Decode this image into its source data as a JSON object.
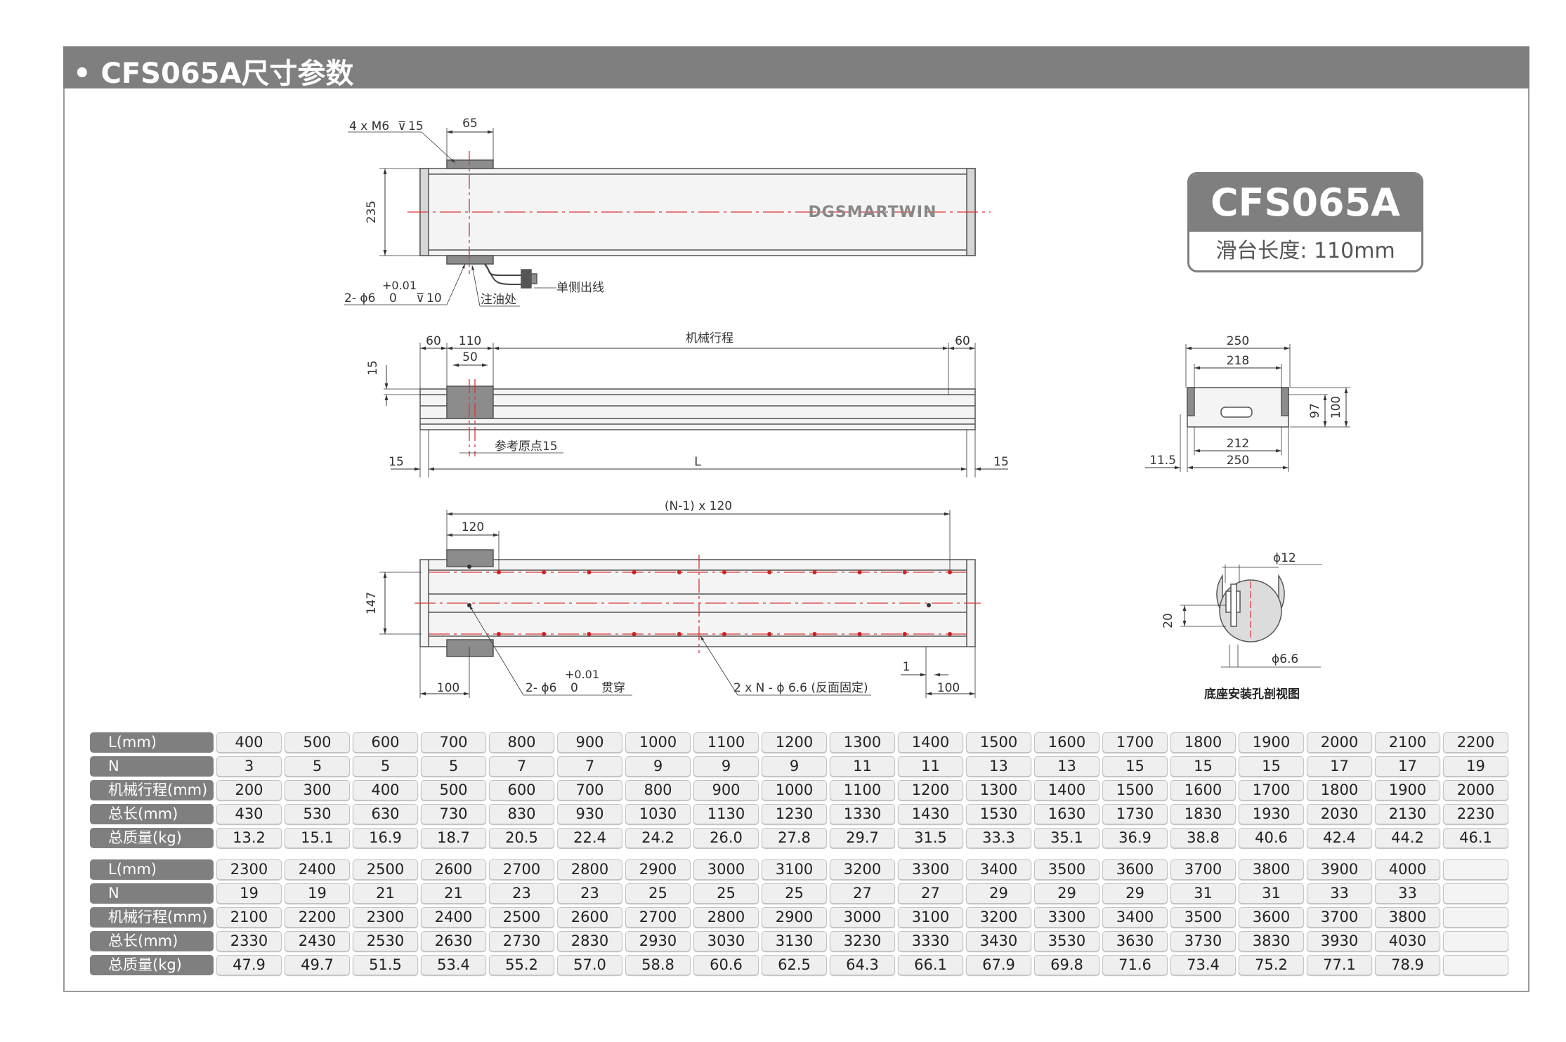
{
  "header": {
    "title": "• CFS065A尺寸参数"
  },
  "badge": {
    "model": "CFS065A",
    "slide_length": "滑台长度: 110mm"
  },
  "brand": "DGSMARTWIN",
  "top_view": {
    "hole_spec": "4 x M6",
    "hole_depth": "15",
    "width_65": "65",
    "height_235": "235",
    "tol": "+0.01",
    "pin_spec": "2- ϕ6",
    "pin_tol_zero": "0",
    "pin_depth": "10",
    "oil_label": "注油处",
    "cable_label": "单侧出线"
  },
  "side_view": {
    "d60_left": "60",
    "d110": "110",
    "stroke_label": "机械行程",
    "d60_right": "60",
    "d50": "50",
    "d15_v": "15",
    "ref_origin": "参考原点15",
    "d15_left": "15",
    "L": "L",
    "d15_right": "15"
  },
  "bottom_view": {
    "n_spacing": "(N-1) x 120",
    "d120": "120",
    "d147": "147",
    "tol": "+0.01",
    "pin_spec": "2- ϕ6",
    "pin_tol_zero": "0",
    "through": "贯穿",
    "hole_spec": "2 x N - ϕ 6.6 (反面固定)",
    "d1": "1",
    "d100_left": "100",
    "d100_right": "100"
  },
  "end_view": {
    "d250_top": "250",
    "d218": "218",
    "d97": "97",
    "d100": "100",
    "d212": "212",
    "d11_5": "11.5",
    "d250_bottom": "250"
  },
  "section_view": {
    "d12": "ϕ12",
    "d20": "20",
    "d6_6": "ϕ6.6",
    "caption": "底座安装孔剖视图"
  },
  "table1": {
    "rows": [
      {
        "label": "L(mm)",
        "values": [
          "400",
          "500",
          "600",
          "700",
          "800",
          "900",
          "1000",
          "1100",
          "1200",
          "1300",
          "1400",
          "1500",
          "1600",
          "1700",
          "1800",
          "1900",
          "2000",
          "2100",
          "2200"
        ]
      },
      {
        "label": "N",
        "values": [
          "3",
          "5",
          "5",
          "5",
          "7",
          "7",
          "9",
          "9",
          "9",
          "11",
          "11",
          "13",
          "13",
          "15",
          "15",
          "15",
          "17",
          "17",
          "19"
        ]
      },
      {
        "label": "机械行程(mm)",
        "values": [
          "200",
          "300",
          "400",
          "500",
          "600",
          "700",
          "800",
          "900",
          "1000",
          "1100",
          "1200",
          "1300",
          "1400",
          "1500",
          "1600",
          "1700",
          "1800",
          "1900",
          "2000"
        ]
      },
      {
        "label": "总长(mm)",
        "values": [
          "430",
          "530",
          "630",
          "730",
          "830",
          "930",
          "1030",
          "1130",
          "1230",
          "1330",
          "1430",
          "1530",
          "1630",
          "1730",
          "1830",
          "1930",
          "2030",
          "2130",
          "2230"
        ]
      },
      {
        "label": "总质量(kg)",
        "values": [
          "13.2",
          "15.1",
          "16.9",
          "18.7",
          "20.5",
          "22.4",
          "24.2",
          "26.0",
          "27.8",
          "29.7",
          "31.5",
          "33.3",
          "35.1",
          "36.9",
          "38.8",
          "40.6",
          "42.4",
          "44.2",
          "46.1"
        ]
      }
    ]
  },
  "table2": {
    "rows": [
      {
        "label": "L(mm)",
        "values": [
          "2300",
          "2400",
          "2500",
          "2600",
          "2700",
          "2800",
          "2900",
          "3000",
          "3100",
          "3200",
          "3300",
          "3400",
          "3500",
          "3600",
          "3700",
          "3800",
          "3900",
          "4000",
          ""
        ]
      },
      {
        "label": "N",
        "values": [
          "19",
          "19",
          "21",
          "21",
          "23",
          "23",
          "25",
          "25",
          "25",
          "27",
          "27",
          "29",
          "29",
          "29",
          "31",
          "31",
          "33",
          "33",
          ""
        ]
      },
      {
        "label": "机械行程(mm)",
        "values": [
          "2100",
          "2200",
          "2300",
          "2400",
          "2500",
          "2600",
          "2700",
          "2800",
          "2900",
          "3000",
          "3100",
          "3200",
          "3300",
          "3400",
          "3500",
          "3600",
          "3700",
          "3800",
          ""
        ]
      },
      {
        "label": "总长(mm)",
        "values": [
          "2330",
          "2430",
          "2530",
          "2630",
          "2730",
          "2830",
          "2930",
          "3030",
          "3130",
          "3230",
          "3330",
          "3430",
          "3530",
          "3630",
          "3730",
          "3830",
          "3930",
          "4030",
          ""
        ]
      },
      {
        "label": "总质量(kg)",
        "values": [
          "47.9",
          "49.7",
          "51.5",
          "53.4",
          "55.2",
          "57.0",
          "58.8",
          "60.6",
          "62.5",
          "64.3",
          "66.1",
          "67.9",
          "69.8",
          "71.6",
          "73.4",
          "75.2",
          "77.1",
          "78.9",
          ""
        ]
      }
    ]
  }
}
